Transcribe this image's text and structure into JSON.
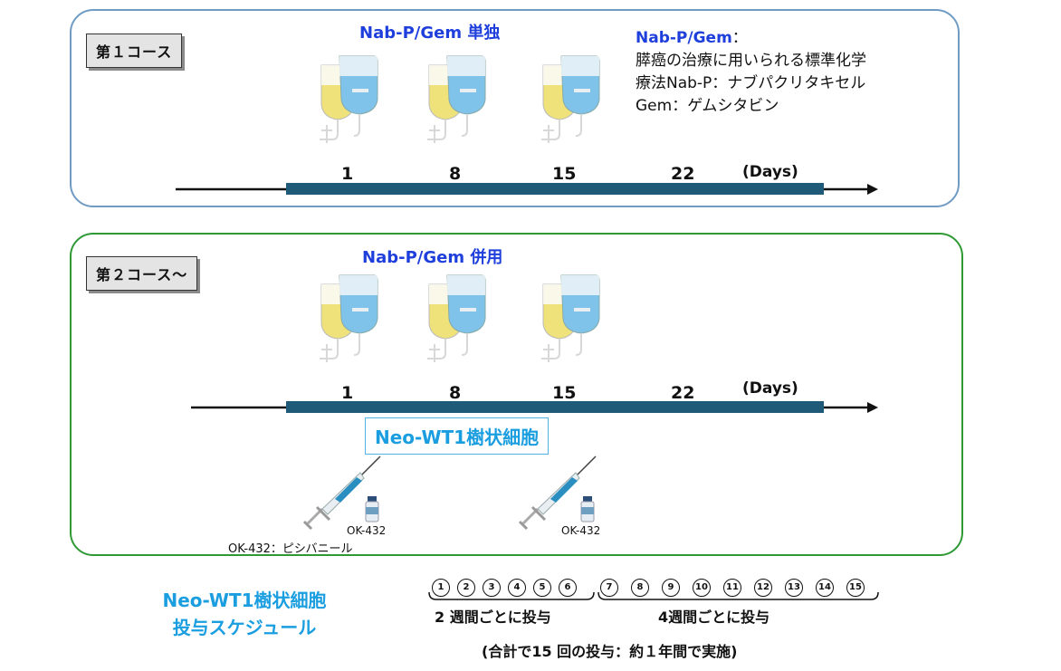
{
  "course1": {
    "label": "第１コース",
    "title": "Nab-P/Gem 単独",
    "days": [
      "1",
      "8",
      "15",
      "22"
    ],
    "days_unit": "(Days)",
    "note": {
      "heading": "Nab-P/Gem",
      "heading_suffix": "：",
      "line1": "膵癌の治療に用いられる標準化学",
      "line2": "療法Nab-P：ナブパクリタキセル",
      "line3": "Gem：ゲムシタビン"
    }
  },
  "course2": {
    "label": "第２コース〜",
    "title": "Nab-P/Gem 併用",
    "days": [
      "1",
      "8",
      "15",
      "22"
    ],
    "days_unit": "(Days)",
    "wt1_label": "Neo-WT1樹状細胞",
    "vial_label_1": "OK-432",
    "vial_label_2": "OK-432",
    "ok432_note": "OK-432：ピシバニール"
  },
  "schedule": {
    "title_line1": "Neo-WT1樹状細胞",
    "title_line2": "投与スケジュール",
    "doses": [
      "1",
      "2",
      "3",
      "4",
      "5",
      "6",
      "7",
      "8",
      "9",
      "10",
      "11",
      "12",
      "13",
      "14",
      "15"
    ],
    "group1_label": "2 週間ごとに投与",
    "group2_label": "4週間ごとに投与",
    "total_label": "(合計で15 回の投与：約１年間で実施)"
  },
  "colors": {
    "panel1_border": "#6f9bc4",
    "panel2_border": "#2f9a35",
    "timeline_bar": "#1f5a78",
    "title_blue": "#1f3fdc",
    "wt1_blue": "#1a9ee0"
  }
}
